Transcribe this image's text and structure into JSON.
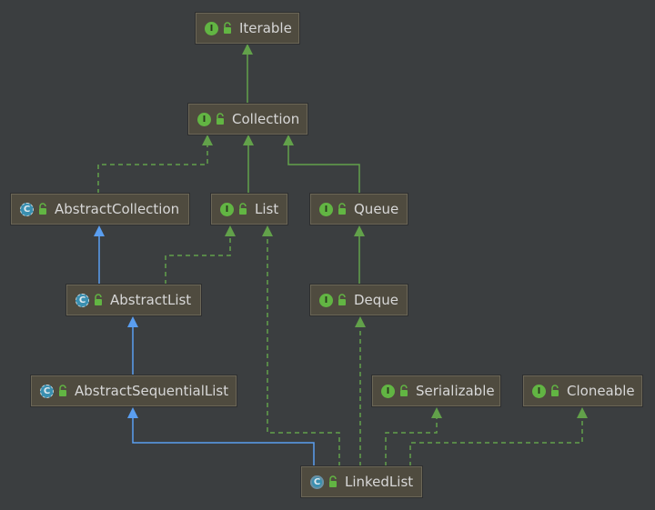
{
  "nodes": {
    "iterable": {
      "label": "Iterable",
      "kind": "interface"
    },
    "collection": {
      "label": "Collection",
      "kind": "interface"
    },
    "abstract_collection": {
      "label": "AbstractCollection",
      "kind": "abstract-class"
    },
    "list": {
      "label": "List",
      "kind": "interface"
    },
    "queue": {
      "label": "Queue",
      "kind": "interface"
    },
    "abstract_list": {
      "label": "AbstractList",
      "kind": "abstract-class"
    },
    "deque": {
      "label": "Deque",
      "kind": "interface"
    },
    "abstract_sequential_list": {
      "label": "AbstractSequentialList",
      "kind": "abstract-class"
    },
    "serializable": {
      "label": "Serializable",
      "kind": "interface"
    },
    "cloneable": {
      "label": "Cloneable",
      "kind": "interface"
    },
    "linked_list": {
      "label": "LinkedList",
      "kind": "class"
    }
  },
  "edges": [
    {
      "from": "collection",
      "to": "iterable",
      "type": "extends-interface"
    },
    {
      "from": "abstract_collection",
      "to": "collection",
      "type": "implements"
    },
    {
      "from": "list",
      "to": "collection",
      "type": "extends-interface"
    },
    {
      "from": "queue",
      "to": "collection",
      "type": "extends-interface"
    },
    {
      "from": "abstract_list",
      "to": "abstract_collection",
      "type": "extends-class"
    },
    {
      "from": "abstract_list",
      "to": "list",
      "type": "implements"
    },
    {
      "from": "deque",
      "to": "queue",
      "type": "extends-interface"
    },
    {
      "from": "abstract_sequential_list",
      "to": "abstract_list",
      "type": "extends-class"
    },
    {
      "from": "linked_list",
      "to": "abstract_sequential_list",
      "type": "extends-class"
    },
    {
      "from": "linked_list",
      "to": "list",
      "type": "implements"
    },
    {
      "from": "linked_list",
      "to": "deque",
      "type": "implements"
    },
    {
      "from": "linked_list",
      "to": "serializable",
      "type": "implements"
    },
    {
      "from": "linked_list",
      "to": "cloneable",
      "type": "implements"
    }
  ],
  "badges": {
    "interface": "I",
    "abstract-class": "C",
    "class": "C"
  },
  "colors": {
    "background": "#3b3e40",
    "node_fill": "#4f4b3f",
    "node_border": "#6b6656",
    "interface_edge": "#62a14a",
    "class_edge": "#5a9ef0",
    "text": "#d7d7d7"
  },
  "icons": {
    "access": "unlocked-padlock-icon"
  }
}
